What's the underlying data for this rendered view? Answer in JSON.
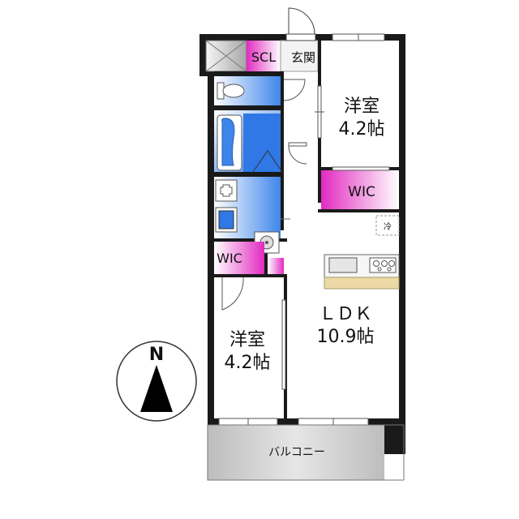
{
  "rooms": {
    "western_room_top": {
      "name": "洋室",
      "size": "4.2帖"
    },
    "western_room_bottom": {
      "name": "洋室",
      "size": "4.2帖"
    },
    "ldk": {
      "name": "ＬＤＫ",
      "size": "10.9帖"
    },
    "wic_top": {
      "label": "WIC"
    },
    "wic_bottom": {
      "label": "WIC"
    },
    "scl": {
      "label": "SCL"
    },
    "entrance": {
      "label": "玄関"
    },
    "balcony": {
      "label": "バルコニー"
    },
    "fridge": {
      "label": "冷"
    }
  },
  "compass": {
    "north_label": "N"
  },
  "colors": {
    "wall": "#1a1a1a",
    "wet_area": "#4d8fe6",
    "storage": "#e62fc4",
    "kitchen_counter": "#ecd9a6",
    "balcony": "#d9d9d9"
  },
  "icons": [
    "toilet-icon",
    "bathtub-icon",
    "washbasin-icon",
    "washing-machine-icon",
    "stove-icon",
    "sink-icon",
    "door-swing-icon",
    "north-arrow-icon"
  ]
}
